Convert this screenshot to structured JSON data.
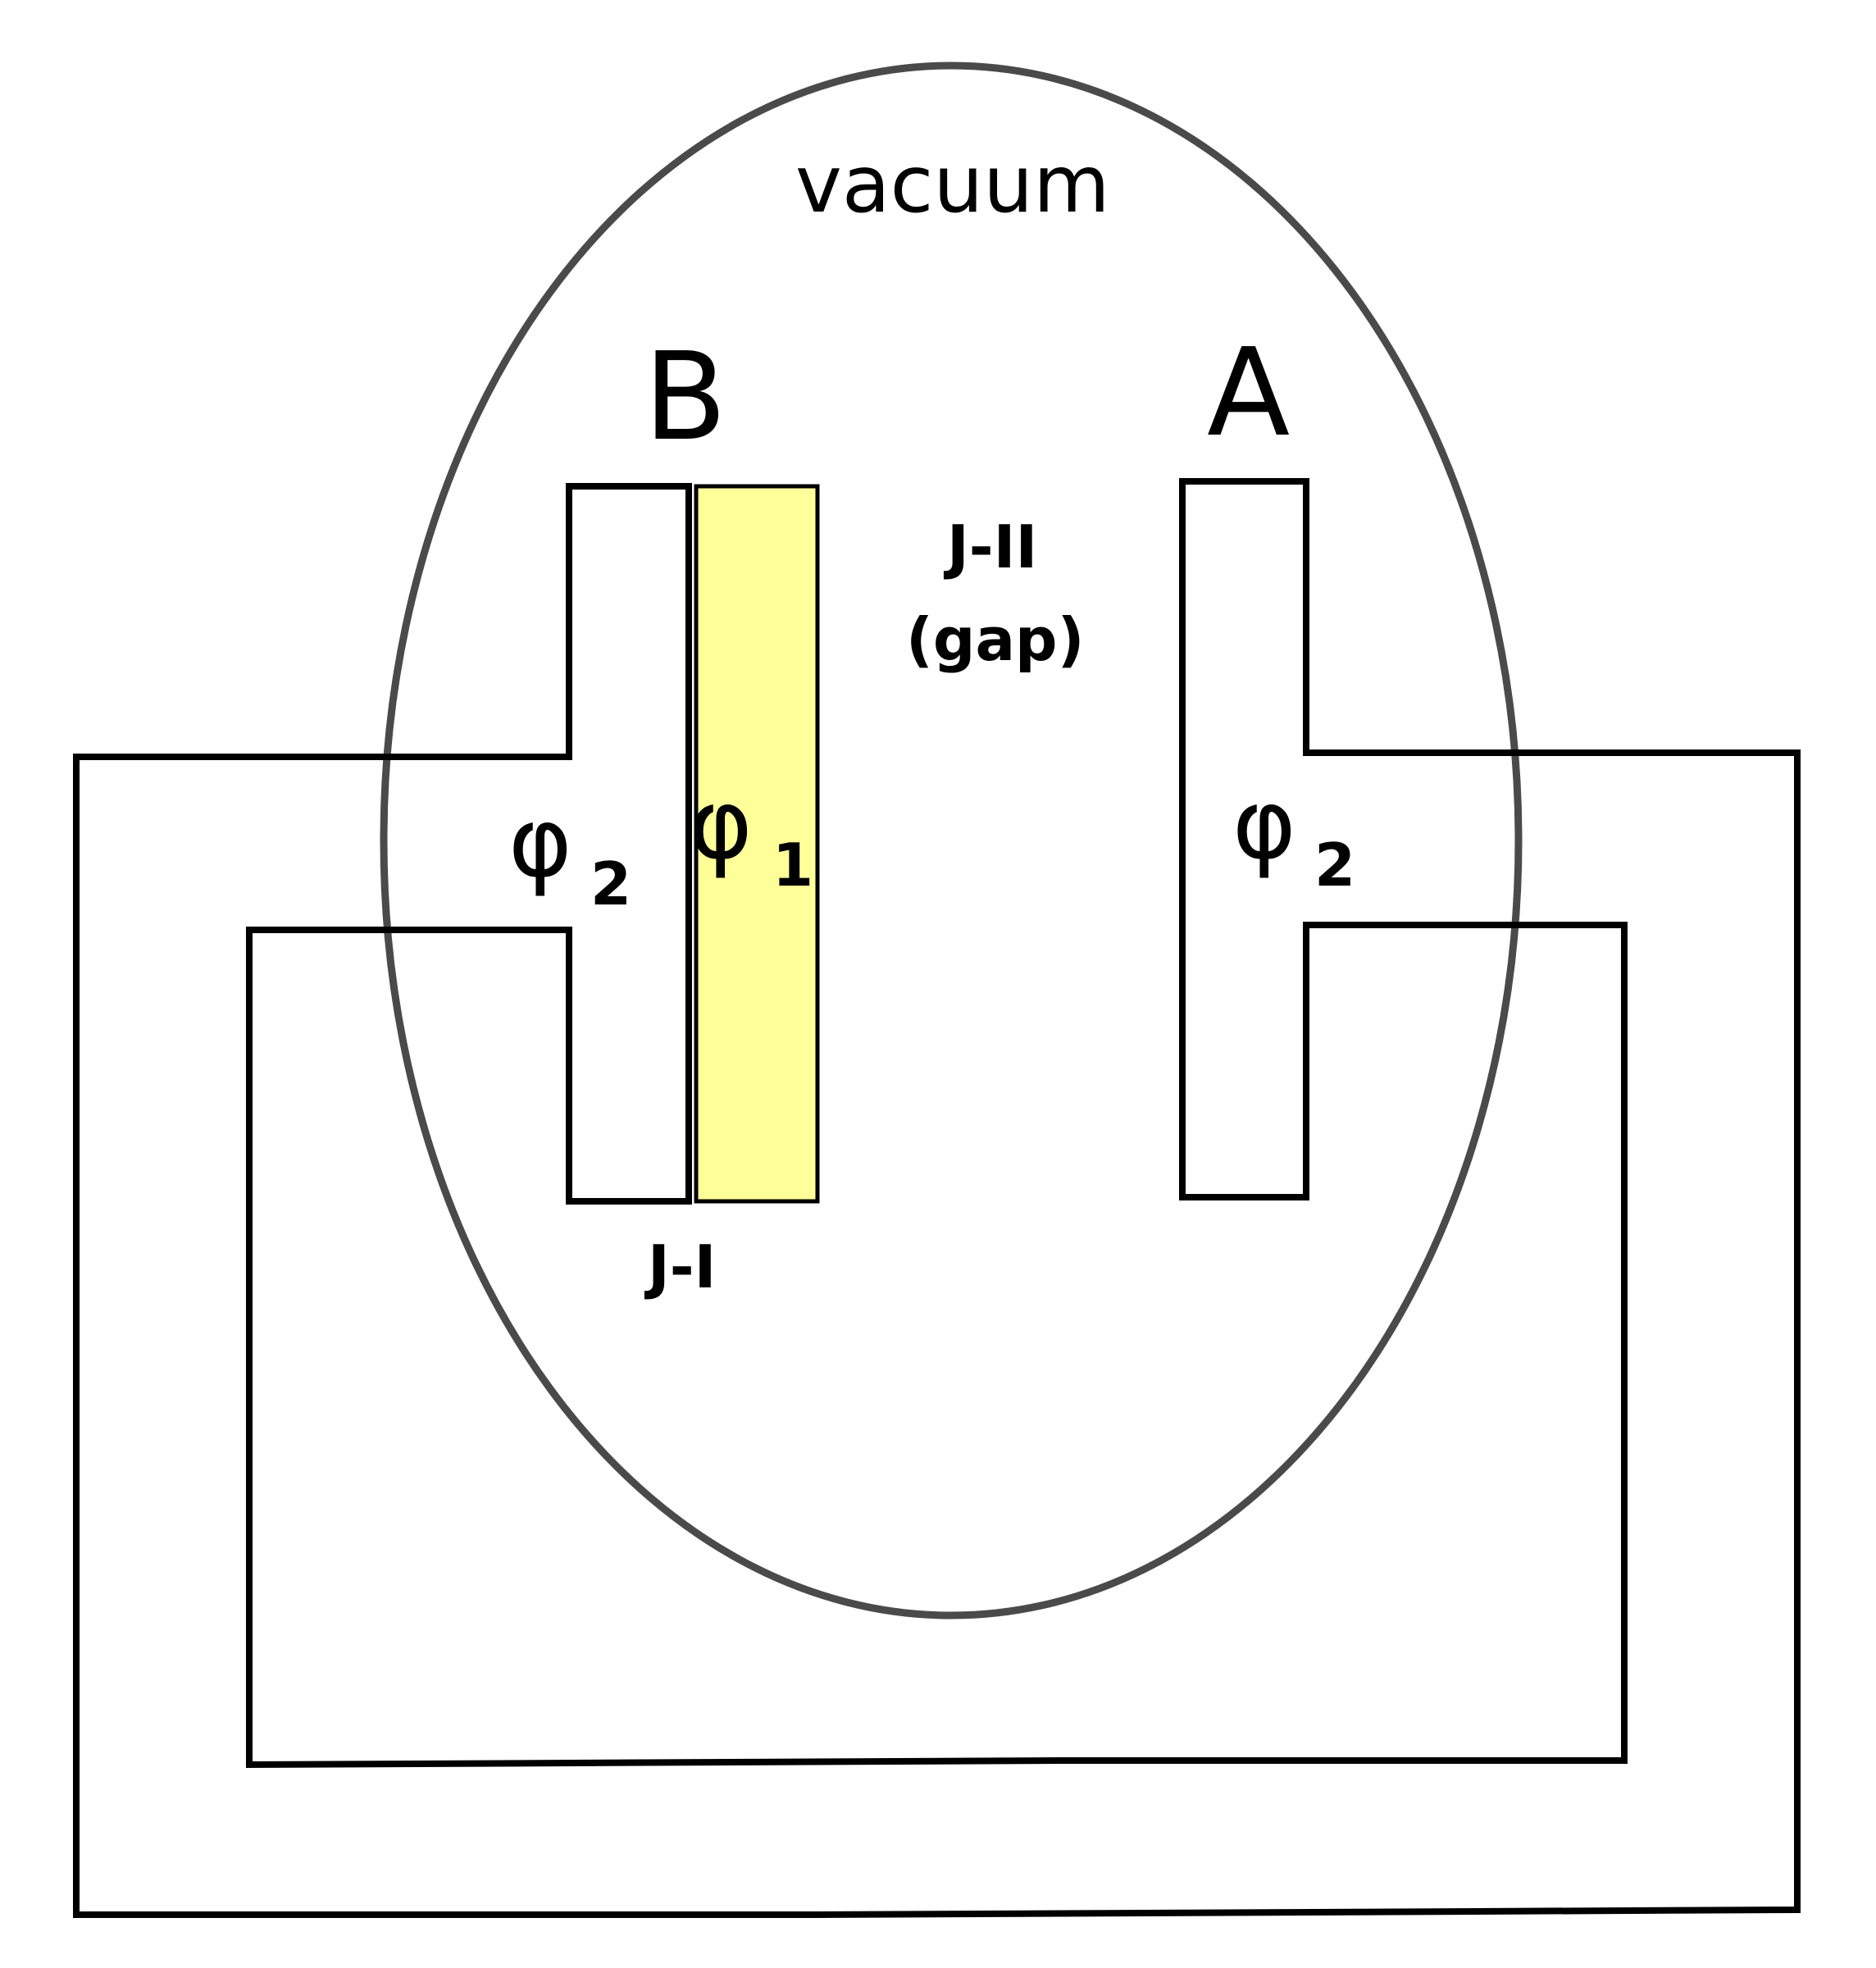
{
  "labels": {
    "vacuum": "vacuum",
    "electrode_b": "B",
    "electrode_a": "A",
    "junction_two": "J-II",
    "gap": "(gap)",
    "junction_one": "J-I",
    "phi": "φ",
    "sub_one": "1",
    "sub_two": "2"
  },
  "colors": {
    "ellipse_stroke": "#4a4a4a",
    "wire": "#000000",
    "junction_fill": "#ffff99"
  }
}
